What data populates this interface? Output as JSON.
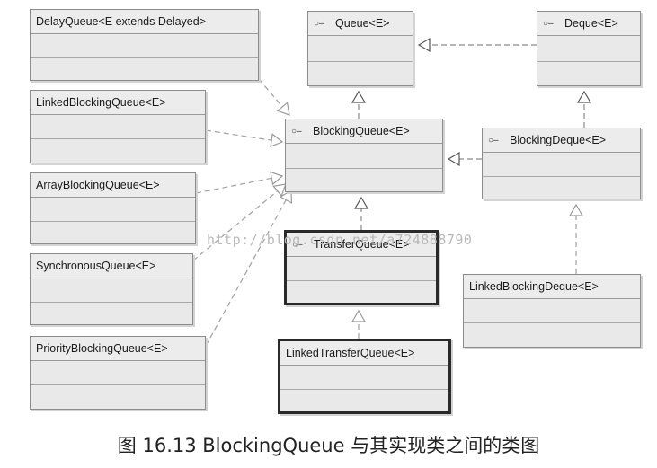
{
  "classes": {
    "delayqueue": {
      "name": "DelayQueue<E extends Delayed>"
    },
    "linkedblockingqueue": {
      "name": "LinkedBlockingQueue<E>"
    },
    "arrayblockingqueue": {
      "name": "ArrayBlockingQueue<E>"
    },
    "synchronousqueue": {
      "name": "SynchronousQueue<E>"
    },
    "priorityblockingqueue": {
      "name": "PriorityBlockingQueue<E>"
    },
    "queue": {
      "name": "Queue<E>",
      "stereotype_icon": "interface-lollipop-icon"
    },
    "deque": {
      "name": "Deque<E>",
      "stereotype_icon": "interface-lollipop-icon"
    },
    "blockingqueue": {
      "name": "BlockingQueue<E>",
      "stereotype_icon": "interface-lollipop-icon"
    },
    "blockingdeque": {
      "name": "BlockingDeque<E>",
      "stereotype_icon": "interface-lollipop-icon"
    },
    "transferqueue": {
      "name": "TransferQueue<E>",
      "stereotype_icon": "interface-lollipop-icon"
    },
    "linkedblockingdeque": {
      "name": "LinkedBlockingDeque<E>"
    },
    "linkedtransferqueue": {
      "name": "LinkedTransferQueue<E>"
    }
  },
  "watermark": "http://blog.csdn.net/a724888790",
  "caption": "图 16.13  BlockingQueue 与其实现类之间的类图",
  "relations": [
    {
      "from": "deque",
      "to": "queue",
      "kind": "extends"
    },
    {
      "from": "blockingqueue",
      "to": "queue",
      "kind": "extends"
    },
    {
      "from": "blockingdeque",
      "to": "deque",
      "kind": "extends"
    },
    {
      "from": "blockingdeque",
      "to": "blockingqueue",
      "kind": "extends"
    },
    {
      "from": "transferqueue",
      "to": "blockingqueue",
      "kind": "extends"
    },
    {
      "from": "linkedtransferqueue",
      "to": "transferqueue",
      "kind": "implements"
    },
    {
      "from": "linkedblockingdeque",
      "to": "blockingdeque",
      "kind": "implements"
    },
    {
      "from": "delayqueue",
      "to": "blockingqueue",
      "kind": "implements"
    },
    {
      "from": "linkedblockingqueue",
      "to": "blockingqueue",
      "kind": "implements"
    },
    {
      "from": "arrayblockingqueue",
      "to": "blockingqueue",
      "kind": "implements"
    },
    {
      "from": "synchronousqueue",
      "to": "blockingqueue",
      "kind": "implements"
    },
    {
      "from": "priorityblockingqueue",
      "to": "blockingqueue",
      "kind": "implements"
    }
  ]
}
